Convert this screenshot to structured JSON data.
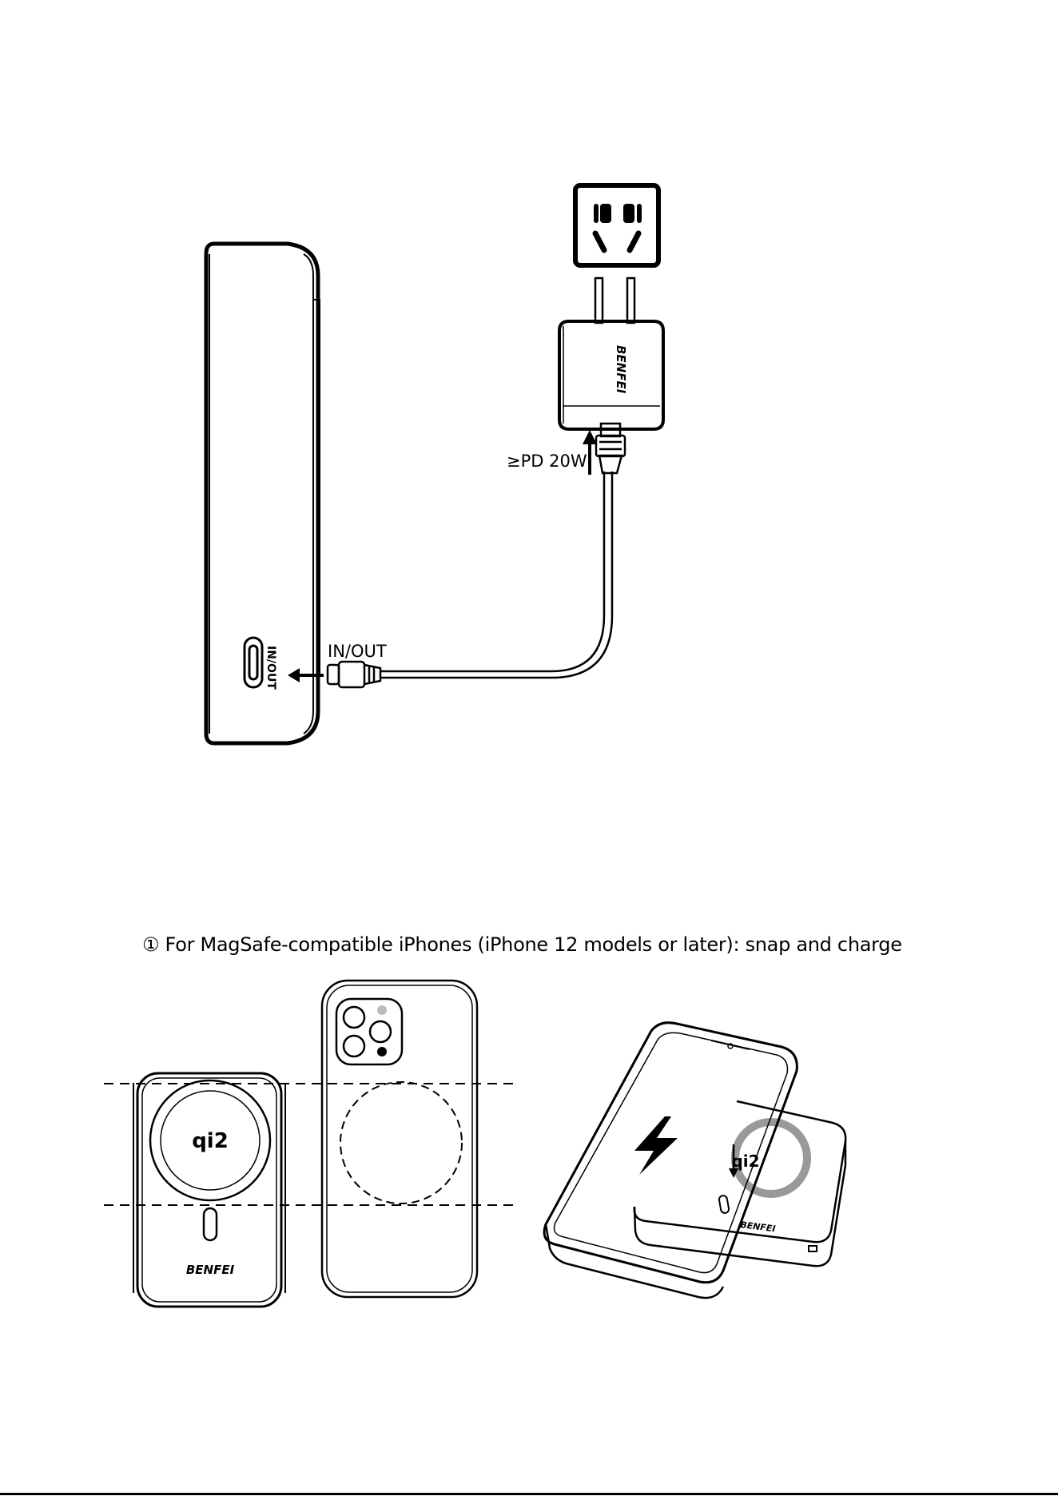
{
  "charger": {
    "brand": "BENFEI",
    "power_label": "≥PD 20W"
  },
  "powerbank": {
    "port_text": "IN/OUT",
    "cable_label": "IN/OUT"
  },
  "section1": {
    "heading": "① For MagSafe-compatible iPhones (iPhone 12 models or later): snap and charge"
  },
  "bank_front": {
    "brand": "BENFEI",
    "qi_mark": "qi2"
  },
  "bank_tilted": {
    "brand": "BENFEI",
    "qi_mark": "qi2"
  }
}
